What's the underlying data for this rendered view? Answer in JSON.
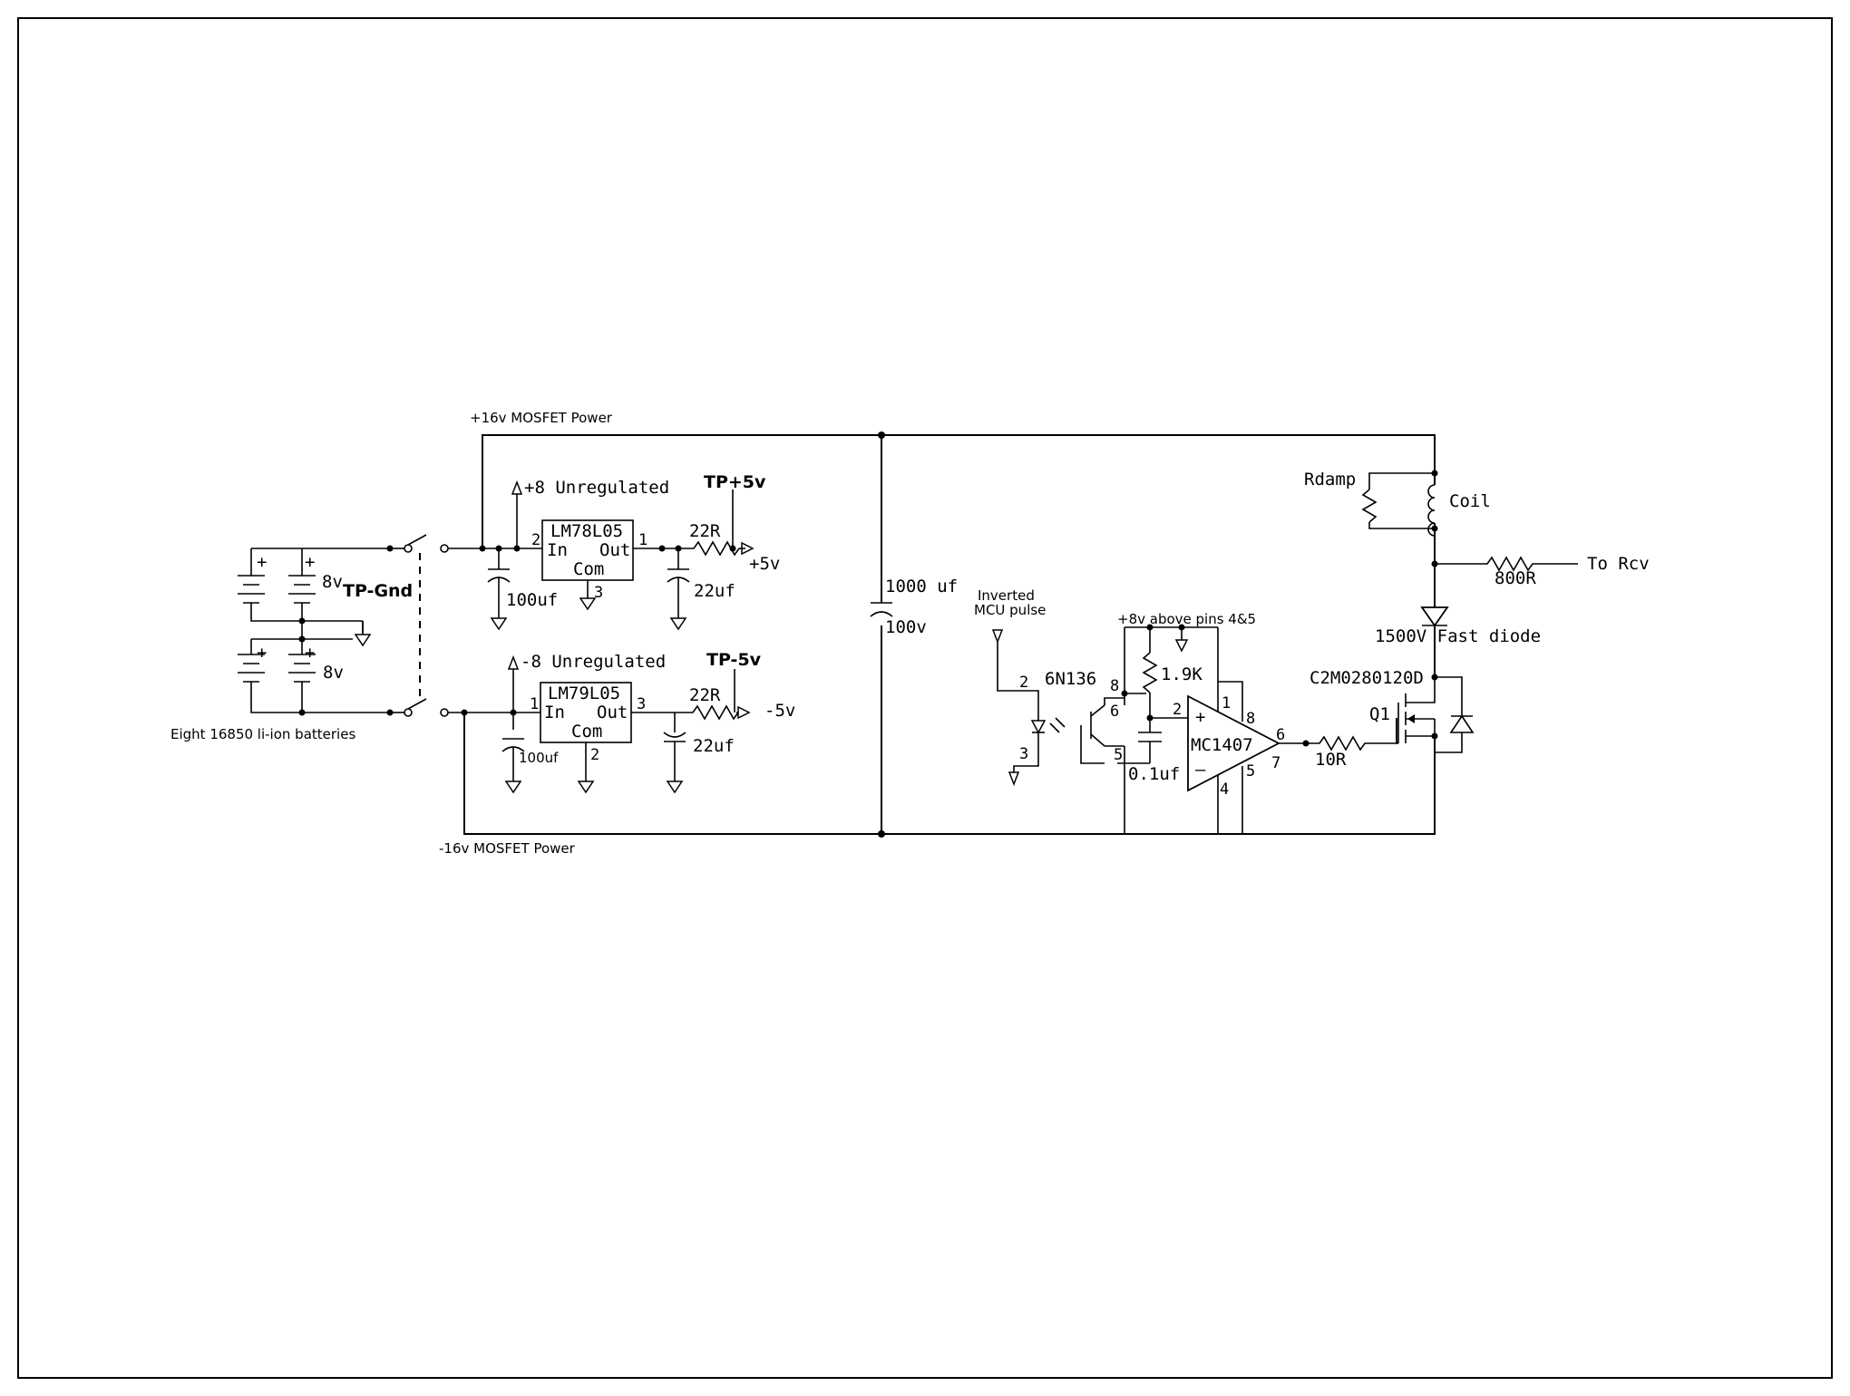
{
  "top_rail": "+16v MOSFET Power",
  "bottom_rail": "-16v MOSFET Power",
  "battery": {
    "caption": "Eight 16850 li-ion batteries",
    "voltage_top": "8v",
    "voltage_bottom": "8v",
    "plus": "+"
  },
  "tp_gnd": "TP-Gnd",
  "pos_supply": {
    "unreg": "+8 Unregulated",
    "regulator": "LM78L05",
    "pin_in": "In",
    "pin_out": "Out",
    "pin_com": "Com",
    "n_in": "2",
    "n_out": "1",
    "n_com": "3",
    "cap_in": "100uf",
    "resistor": "22R",
    "cap_out": "22uf",
    "tp": "TP+5v",
    "output": "+5v"
  },
  "neg_supply": {
    "unreg": "-8 Unregulated",
    "regulator": "LM79L05",
    "pin_in": "In",
    "pin_out": "Out",
    "pin_com": "Com",
    "n_in": "1",
    "n_out": "3",
    "n_com": "2",
    "cap_in": "100uf",
    "resistor": "22R",
    "cap_out": "22uf",
    "tp": "TP-5v",
    "output": "-5v"
  },
  "bulk_cap": {
    "value": "1000 uf",
    "voltage": "100v"
  },
  "driver": {
    "input_label_1": "Inverted",
    "input_label_2": "MCU pulse",
    "opto": "6N136",
    "opto_pin2": "2",
    "opto_pin3": "3",
    "opto_pin8": "8",
    "opto_pin6": "6",
    "opto_pin5": "5",
    "supply_note": "+8v above pins 4&5",
    "pullup": "1.9K",
    "decouple": "0.1uf",
    "ic": "MC1407",
    "ic_plus": "+",
    "ic_minus": "–",
    "ic_pin1": "1",
    "ic_pin2": "2",
    "ic_pin4": "4",
    "ic_pin5": "5",
    "ic_pin6": "6",
    "ic_pin7": "7",
    "ic_pin8": "8",
    "gate_res": "10R"
  },
  "output_stage": {
    "rdamp": "Rdamp",
    "coil": "Coil",
    "rx_res": "800R",
    "to_rx": "To Rcv",
    "diode": "1500V Fast diode",
    "mosfet": "C2M0280120D",
    "q": "Q1"
  }
}
